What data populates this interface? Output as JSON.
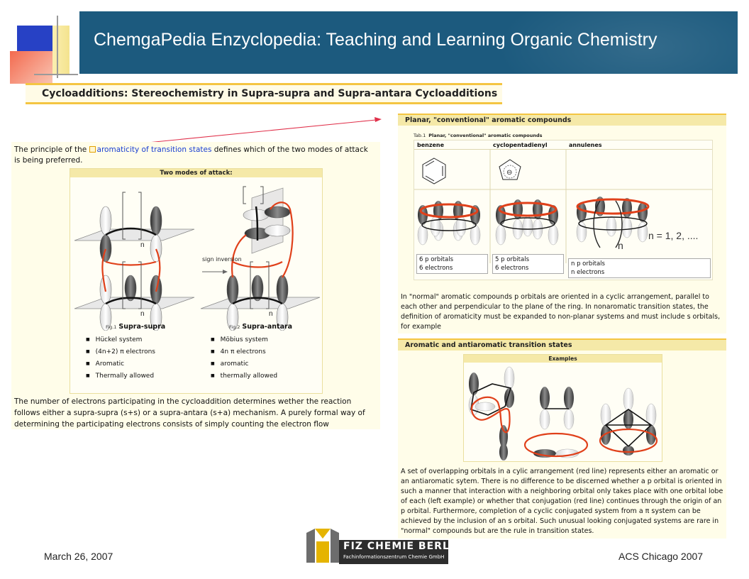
{
  "slide": {
    "title": "ChemgaPedia Enzyclopedia: Teaching and Learning Organic Chemistry",
    "section_heading": "Cycloadditions: Stereochemistry in Supra-supra and Supra-antara Cycloadditions"
  },
  "left_panel": {
    "intro_before": "The principle of the ",
    "intro_link": "aromaticity of transition states",
    "intro_after": " defines which of the two modes of attack is being preferred.",
    "modes_heading": "Two modes of attack:",
    "sign_inversion": "sign inversion",
    "n_symbol": "n",
    "fig1": {
      "label": "Fig.1",
      "name": "Supra-supra",
      "props": [
        "Hückel system",
        "(4n+2) π electrons",
        "Aromatic",
        "Thermally allowed"
      ]
    },
    "fig2": {
      "label": "Fig.2",
      "name": "Supra-antara",
      "props": [
        "Möbius system",
        "4n π electrons",
        "aromatic",
        "thermally allowed"
      ]
    },
    "outro": "The number of electrons participating in the cycloaddition determines wether the reaction follows either a supra-supra (s+s) or a supra-antara (s+a) mechanism. A purely formal way of determining the participating electrons consists of simply counting the electron flow"
  },
  "right_top": {
    "band": "Planar, \"conventional\" aromatic compounds",
    "tab_label": "Tab.1",
    "tab_title": "Planar, \"conventional\" aromatic compounds",
    "columns": [
      "benzene",
      "cyclopentadienyl",
      "annulenes"
    ],
    "cells": [
      [
        "6 p orbitals",
        "6 electrons"
      ],
      [
        "5 p orbitals",
        "6 electrons"
      ],
      [
        "n p orbitals",
        "n electrons"
      ]
    ],
    "n_symbol": "n",
    "n_values": "n = 1, 2, ....",
    "anion_charge": "⊖",
    "text": "In \"normal\" aromatic compounds p orbitals are oriented in a cyclic arrangement, parallel to each other and perpendicular to the plane of the ring. In nonaromatic transition states, the definition of aromaticity must be expanded to non-planar systems and must include s orbitals, for example"
  },
  "right_bottom": {
    "band": "Aromatic and antiaromatic transition states",
    "examples_heading": "Examples",
    "text": "A set of overlapping orbitals in a cylic arrangement (red line) represents either an aromatic or an antiaromatic sytem. There is no difference to be discerned whether a p orbital is oriented in such a manner that interaction with a neighboring orbital only takes place with one orbital lobe of each (left example) or whether that conjugation (red line) continues through the origin of an p orbital. Furthermore, completion of a cyclic conjugated system from a π system can be achieved by the inclusion of an s orbital. Such unusual looking conjugated systems are rare in \"normal\" compounds but are the rule in transition states."
  },
  "footer": {
    "date": "March 26, 2007",
    "event": "ACS Chicago 2007",
    "logo_line1": "FIZ CHEMIE BERLIN",
    "logo_line2": "Fachinformationszentrum Chemie GmbH"
  },
  "colors": {
    "title_bar": "#1c5a7e",
    "accent_gold": "#f4c542",
    "conjugation_red": "#e0401a",
    "panel_bg": "#fffde9",
    "link_blue": "#1a3fd1"
  }
}
